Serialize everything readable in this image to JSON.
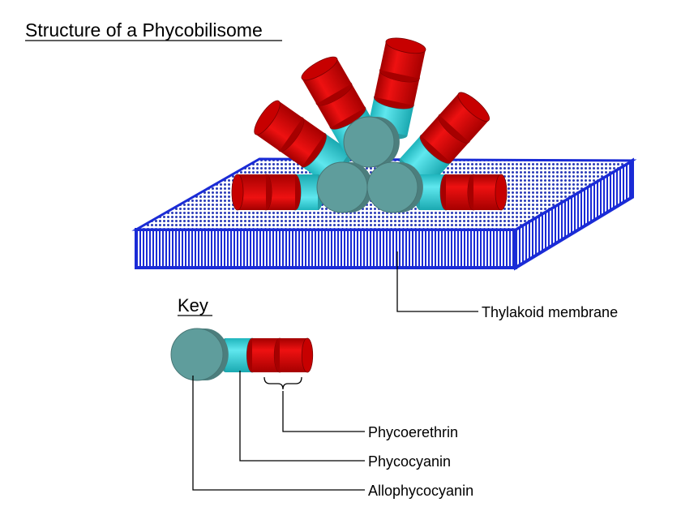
{
  "title": "Structure of a Phycobilisome",
  "key_heading": "Key",
  "labels": {
    "membrane": "Thylakoid membrane",
    "phycoerythrin": "Phycoerethrin",
    "phycocyanin": "Phycocyanin",
    "allophycocyanin": "Allophycocyanin"
  },
  "colors": {
    "phycoerythrin": "#dd0000",
    "phycocyanin": "#33d3db",
    "allophycocyanin": "#5f9d9c",
    "membrane_border": "#1a2bd6",
    "membrane_pattern": "#1a2bd6"
  }
}
